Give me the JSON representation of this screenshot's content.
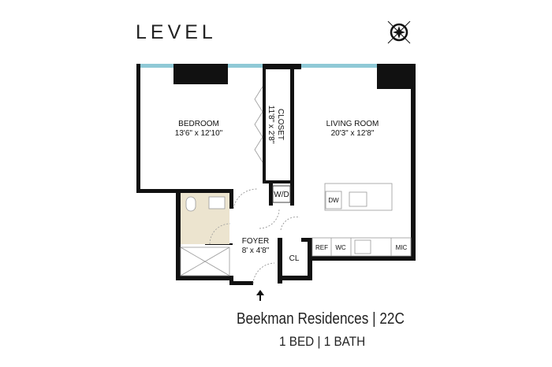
{
  "logo": "LEVEL",
  "compass": {
    "icon": "compass-rose-icon"
  },
  "rooms": {
    "bedroom": {
      "name": "BEDROOM",
      "size": "13'6\" x 12'10\""
    },
    "closet": {
      "name": "CLOSET",
      "size": "11'8\" x 2'8\""
    },
    "living": {
      "name": "LIVING ROOM",
      "size": "20'3\" x 12'8\""
    },
    "foyer": {
      "name": "FOYER",
      "size": "8' x 4'8\""
    },
    "wd": "W/D",
    "cl": "CL",
    "dw": "DW",
    "ref": "REF",
    "wc": "WC",
    "mic": "MIC"
  },
  "footer": {
    "title": "Beekman Residences | 22C",
    "subtitle": "1 BED | 1 BATH"
  },
  "colors": {
    "wall": "#111111",
    "window": "#8fc9d6",
    "tile": "#ece4cf"
  }
}
